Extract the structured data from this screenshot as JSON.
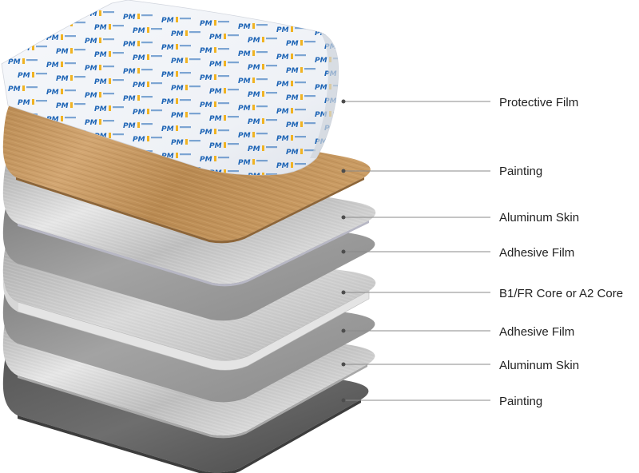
{
  "diagram": {
    "layers": [
      {
        "key": "protective",
        "label": "Protective Film",
        "color": "#eef1f6"
      },
      {
        "key": "painting-top",
        "label": "Painting",
        "color": "#c4935a"
      },
      {
        "key": "aluminum-top",
        "label": "Aluminum Skin",
        "color": "#d4d4d4"
      },
      {
        "key": "adhesive-top",
        "label": "Adhesive Film",
        "color": "#a9a9a9"
      },
      {
        "key": "core",
        "label": "B1/FR Core or A2 Core",
        "color": "#c9c9c9"
      },
      {
        "key": "adhesive-bottom",
        "label": "Adhesive Film",
        "color": "#a9a9a9"
      },
      {
        "key": "aluminum-bottom",
        "label": "Aluminum Skin",
        "color": "#d0d0d0"
      },
      {
        "key": "painting-bottom",
        "label": "Painting",
        "color": "#5f5f5f"
      }
    ],
    "film_logo_text": "PM",
    "colors": {
      "leader_line": "#8a8a8a",
      "leader_dot": "#4d4d4d",
      "logo_blue": "#1d64b5",
      "logo_yellow": "#f0b323"
    }
  }
}
